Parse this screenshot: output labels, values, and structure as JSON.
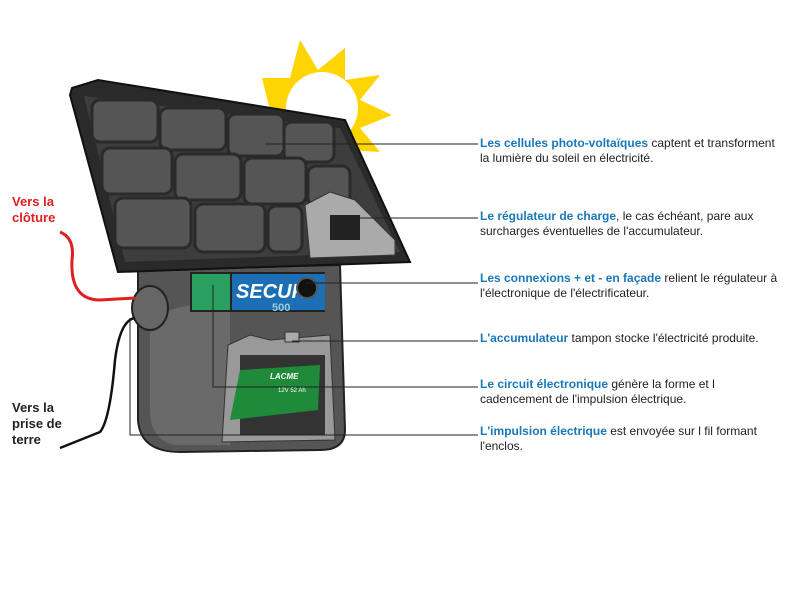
{
  "left_labels": {
    "fence": "Vers la clôture",
    "ground": "Vers la prise de terre"
  },
  "product": {
    "name": "SECUR",
    "model": "500",
    "brand": "LACME",
    "battery_capacity": "12V 52 Ah"
  },
  "callouts": [
    {
      "title": "Les cellules photo-voltaïques",
      "text": " captent et transforment la lumière du soleil en électricité."
    },
    {
      "title": "Le régulateur de charge",
      "text": ", le cas échéant, pare aux surcharges éventuelles de l'accumulateur."
    },
    {
      "title": "Les connexions + et - en façade",
      "text": " relient le régulateur à l'électronique de l'électrificateur."
    },
    {
      "title": "L'accumulateur",
      "text": " tampon stocke l'électricité produite."
    },
    {
      "title": "Le circuit électronique",
      "text": " génère la forme et l cadencement de l'impulsion électrique."
    },
    {
      "title": "L'impulsion électrique",
      "text": " est envoyée sur l  fil formant l'enclos."
    }
  ],
  "colors": {
    "accent": "#1a78b8",
    "fence_wire": "#e02020",
    "sun": "#ffd400"
  }
}
